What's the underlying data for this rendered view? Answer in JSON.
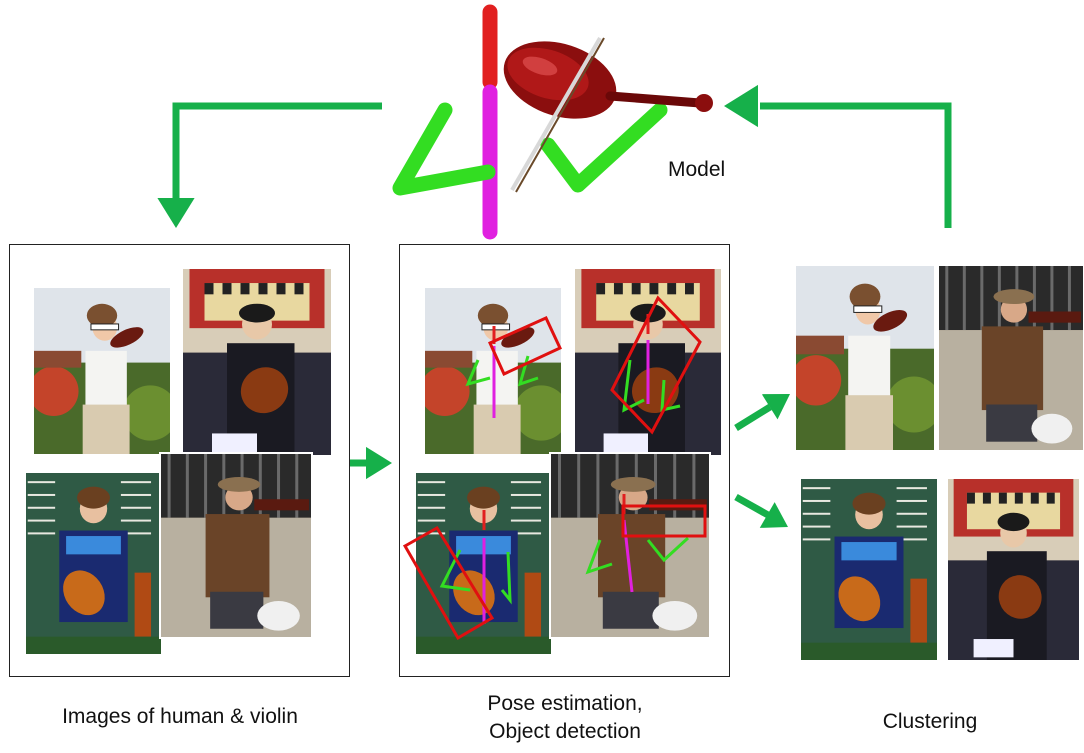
{
  "colors": {
    "arrow": "#16b04a",
    "pose_limb": "#33dd22",
    "pose_head": "#e11f1f",
    "pose_torso": "#e020e0",
    "detection_box": "#e01010"
  },
  "model": {
    "label": "Model",
    "icon": "violin-icon"
  },
  "panels": {
    "input": {
      "caption": "Images of human & violin",
      "photos": [
        "girl-with-sunglasses-violin-photo",
        "man-in-suit-violin-photo",
        "girl-blue-jacket-violin-photo",
        "man-in-hat-violin-photo"
      ]
    },
    "pose": {
      "caption_line1": "Pose estimation,",
      "caption_line2": "Object detection"
    },
    "clusters": {
      "caption": "Clustering"
    }
  }
}
